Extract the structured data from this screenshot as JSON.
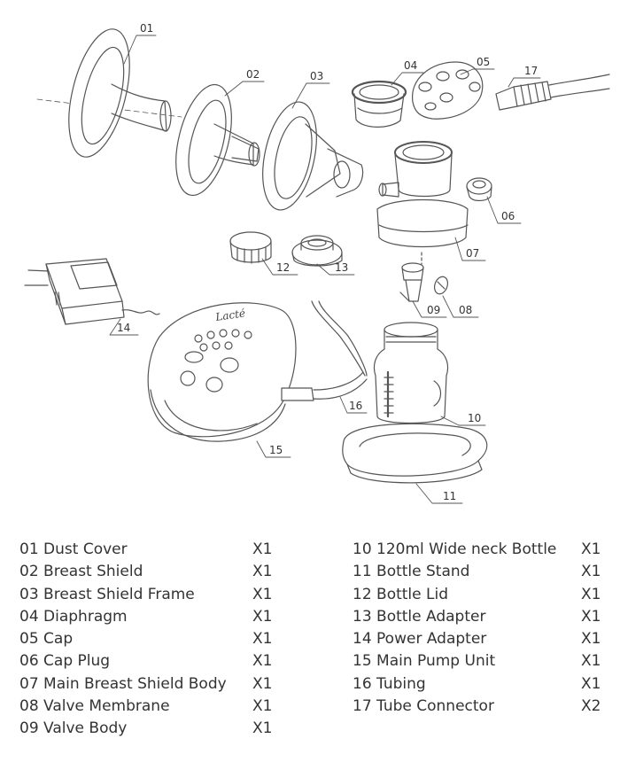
{
  "diagram": {
    "brand_label": "Lacté",
    "callouts": [
      "01",
      "02",
      "03",
      "04",
      "05",
      "17",
      "06",
      "07",
      "12",
      "13",
      "09",
      "08",
      "14",
      "16",
      "10",
      "15",
      "11"
    ]
  },
  "parts_left": [
    {
      "label": "01 Dust Cover",
      "qty": "X1"
    },
    {
      "label": "02 Breast Shield",
      "qty": "X1"
    },
    {
      "label": "03 Breast Shield Frame",
      "qty": "X1"
    },
    {
      "label": "04 Diaphragm",
      "qty": "X1"
    },
    {
      "label": "05 Cap",
      "qty": "X1"
    },
    {
      "label": "06 Cap Plug",
      "qty": "X1"
    },
    {
      "label": "07 Main Breast Shield Body",
      "qty": "X1"
    },
    {
      "label": "08 Valve Membrane",
      "qty": "X1"
    },
    {
      "label": "09 Valve Body",
      "qty": "X1"
    }
  ],
  "parts_right": [
    {
      "label": "10 120ml Wide neck Bottle",
      "qty": "X1"
    },
    {
      "label": "11 Bottle Stand",
      "qty": "X1"
    },
    {
      "label": "12 Bottle Lid",
      "qty": "X1"
    },
    {
      "label": "13 Bottle Adapter",
      "qty": "X1"
    },
    {
      "label": "14 Power Adapter",
      "qty": "X1"
    },
    {
      "label": "15 Main Pump Unit",
      "qty": "X1"
    },
    {
      "label": "16 Tubing",
      "qty": "X1"
    },
    {
      "label": "17 Tube Connector",
      "qty": "X2"
    }
  ]
}
